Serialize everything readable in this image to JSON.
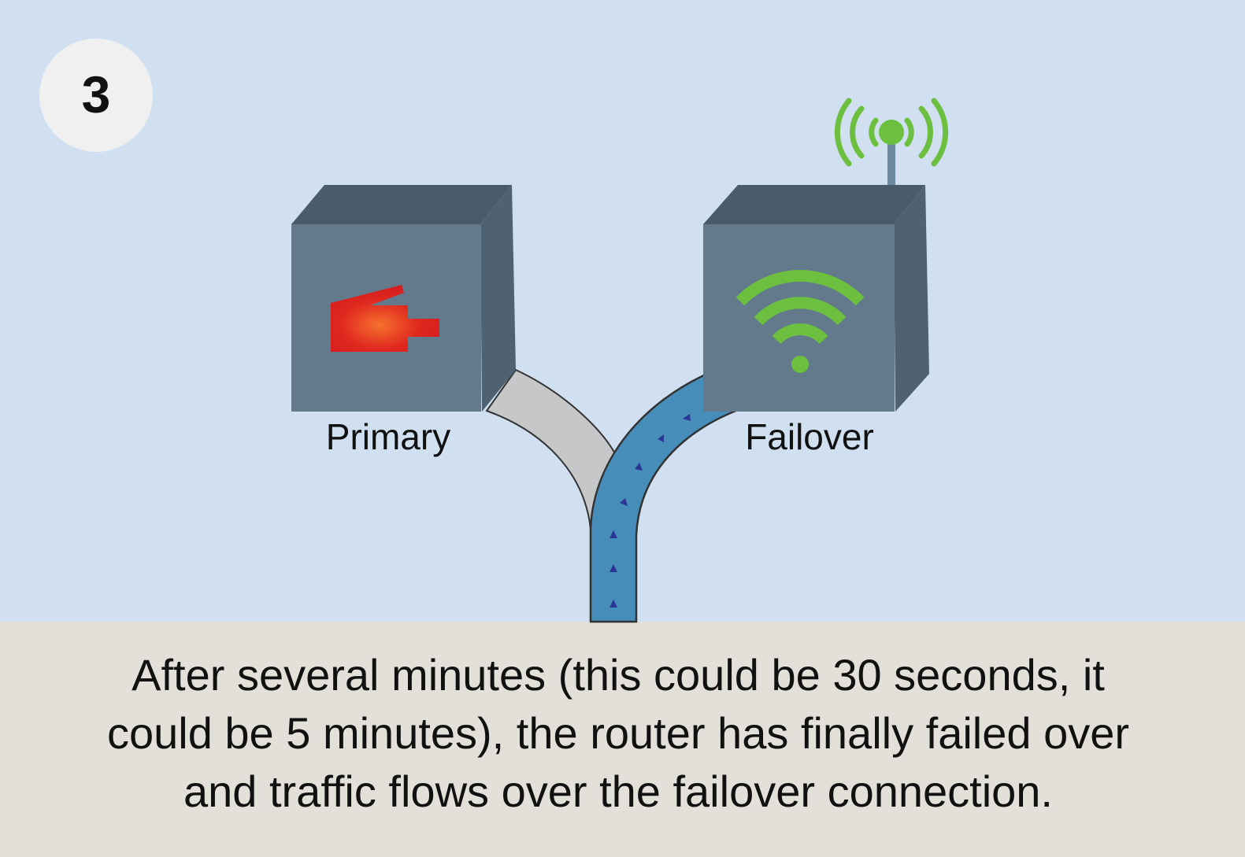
{
  "step_number": "3",
  "devices": {
    "primary": {
      "label": "Primary",
      "status_icon": "ethernet-plug-icon",
      "status_color": "#d9201e"
    },
    "failover": {
      "label": "Failover",
      "status_icon": "wifi-icon",
      "status_color": "#6cbf3f"
    }
  },
  "caption": {
    "lines": [
      "After several minutes (this could be 30 seconds, it",
      "could be 5 minutes), the router has finally failed over",
      "and traffic flows over the failover connection."
    ]
  },
  "colors": {
    "background": "#d0e0f1",
    "caption_background": "#e3e0d9",
    "active_pipe": "#478dba",
    "inactive_pipe": "#c6c7c9",
    "arrow": "#2a3595"
  }
}
